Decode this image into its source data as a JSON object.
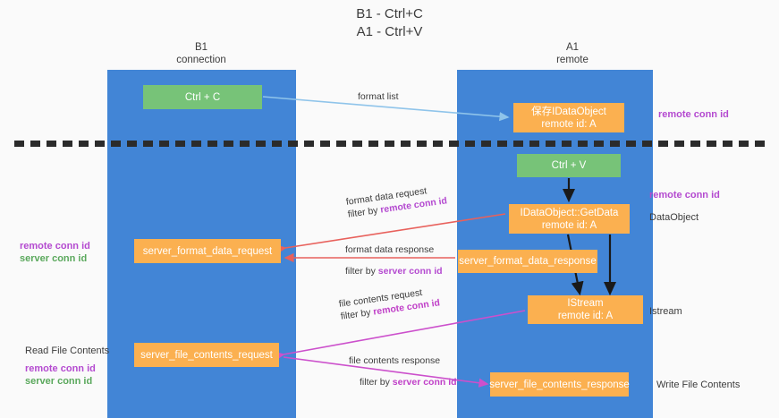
{
  "title": {
    "line1": "B1 - Ctrl+C",
    "line2": "A1 - Ctrl+V"
  },
  "lanes": [
    {
      "name": "b1",
      "title": "B1",
      "subtitle": "connection"
    },
    {
      "name": "a1",
      "title": "A1",
      "subtitle": "remote"
    }
  ],
  "nodes": {
    "ctrl_c": {
      "label": "Ctrl + C"
    },
    "dataobject_store": {
      "label": "保存IDataObject",
      "sub": "remote id: A"
    },
    "ctrl_v": {
      "label": "Ctrl + V"
    },
    "getdata": {
      "label": "IDataObject::GetData",
      "sub": "remote id: A"
    },
    "server_format_data_request": {
      "label": "server_format_data_request"
    },
    "server_format_data_response": {
      "label": "server_format_data_response"
    },
    "istream": {
      "label": "IStream",
      "sub": "remote id: A"
    },
    "server_file_contents_request": {
      "label": "server_file_contents_request"
    },
    "server_file_contents_response": {
      "label": "server_file_contents_response"
    }
  },
  "side_labels": {
    "remote_conn_id_top": "remote conn id",
    "remote_conn_id_mid": "remote conn id",
    "dataobject": "DataObject",
    "istream": "Istream",
    "write_file_contents": "Write File Contents",
    "read_file_contents": "Read File Contents",
    "remote_conn_id_left_mid": "remote conn id",
    "server_conn_id_left_mid": "server conn id",
    "remote_conn_id_left_bottom": "remote conn id",
    "server_conn_id_left_bottom": "server conn id"
  },
  "edges": {
    "format_list": {
      "label": "format list"
    },
    "format_data_request": {
      "line1": "format data request",
      "filter_prefix": "filter by ",
      "filter_key": "remote conn id"
    },
    "format_data_response": {
      "line1": "format data response",
      "filter_prefix": "filter by ",
      "filter_key": "server conn id"
    },
    "file_contents_request": {
      "line1": "file contents request",
      "filter_prefix": "filter by ",
      "filter_key": "remote conn id"
    },
    "file_contents_response": {
      "line1": "file contents response",
      "filter_prefix": "filter by ",
      "filter_key": "server conn id"
    }
  },
  "colors": {
    "lane": "#4285d6",
    "green_node": "#77c378",
    "orange_node": "#fbb050",
    "purple_text": "#b44ad0",
    "green_text": "#5aa85c",
    "red_arrow": "#e8615c",
    "magenta_arrow": "#cc50cc",
    "blue_arrow": "#8fc4ea",
    "divider": "#2b2b2b"
  }
}
